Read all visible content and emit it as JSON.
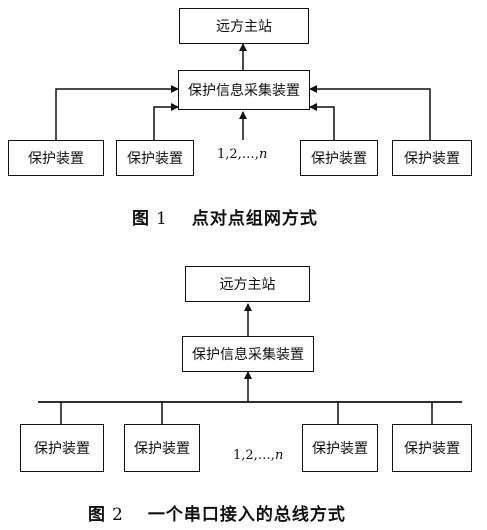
{
  "figure1": {
    "master_station": "远方主站",
    "collector": "保护信息采集装置",
    "devices": [
      "保护装置",
      "保护装置",
      "保护装置",
      "保护装置"
    ],
    "sequence": {
      "prefix": "1,2,…,",
      "n": "n"
    },
    "caption": {
      "label": "图",
      "number": "1",
      "text": "点对点组网方式"
    }
  },
  "figure2": {
    "master_station": "远方主站",
    "collector": "保护信息采集装置",
    "devices": [
      "保护装置",
      "保护装置",
      "保护装置",
      "保护装置"
    ],
    "sequence": {
      "prefix": "1,2,…,",
      "n": "n"
    },
    "caption": {
      "label": "图",
      "number": "2",
      "text": "一个串口接入的总线方式"
    }
  }
}
